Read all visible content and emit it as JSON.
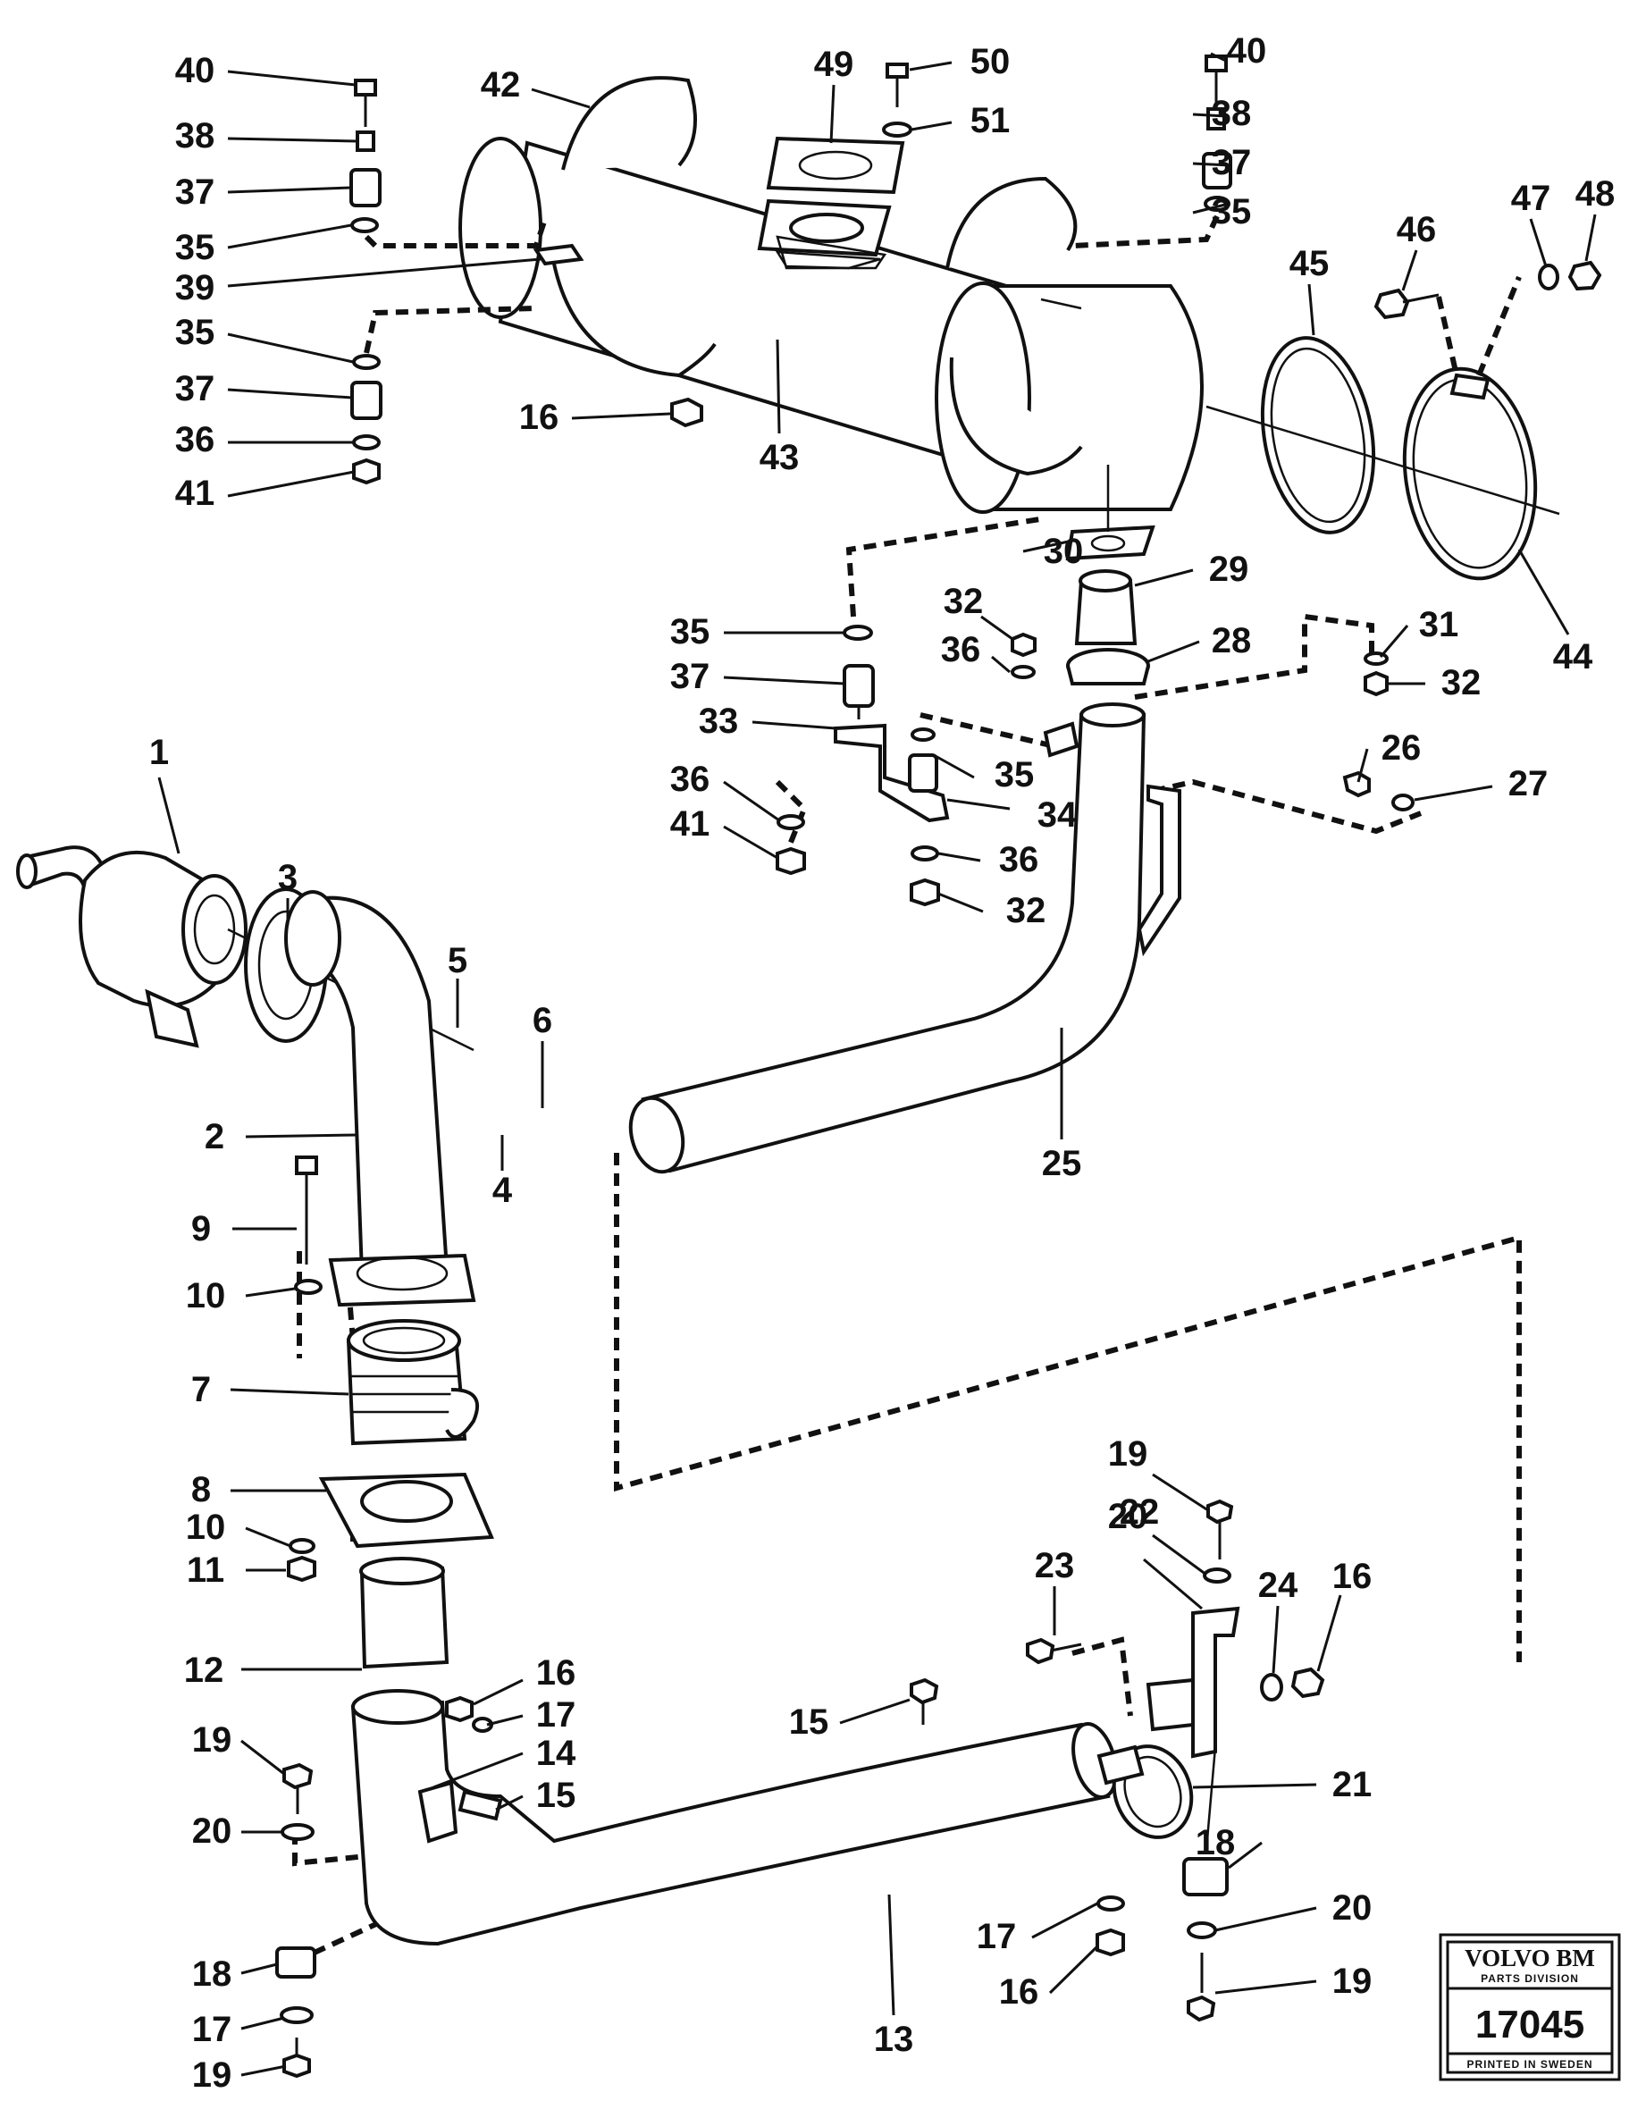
{
  "callouts": [
    "1",
    "2",
    "3",
    "4",
    "5",
    "6",
    "7",
    "8",
    "9",
    "10",
    "10",
    "11",
    "12",
    "13",
    "14",
    "15",
    "15",
    "16",
    "16",
    "16",
    "16",
    "17",
    "17",
    "17",
    "18",
    "18",
    "19",
    "19",
    "19",
    "19",
    "20",
    "20",
    "20",
    "21",
    "22",
    "23",
    "24",
    "25",
    "26",
    "27",
    "28",
    "29",
    "30",
    "31",
    "32",
    "32",
    "32",
    "33",
    "34",
    "35",
    "35",
    "35",
    "35",
    "35",
    "36",
    "36",
    "36",
    "36",
    "37",
    "37",
    "37",
    "37",
    "38",
    "38",
    "39",
    "40",
    "40",
    "41",
    "41",
    "42",
    "43",
    "44",
    "45",
    "46",
    "47",
    "48",
    "49",
    "50",
    "51"
  ],
  "badge": {
    "brand": "VOLVO BM",
    "division": "PARTS DIVISION",
    "number": "17045",
    "footer": "PRINTED IN SWEDEN"
  }
}
